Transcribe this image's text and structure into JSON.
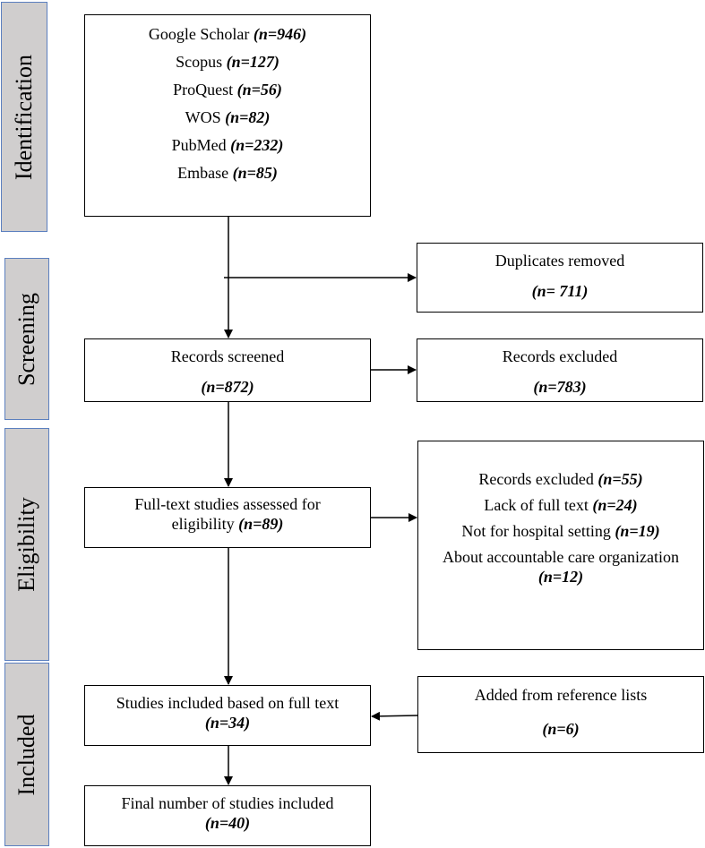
{
  "phases": {
    "identification": "Identification",
    "screening": "Screening",
    "eligibility": "Eligibility",
    "included": "Included"
  },
  "identification": {
    "sources": [
      {
        "name": "Google Scholar",
        "n": "(n=946)"
      },
      {
        "name": "Scopus",
        "n": "(n=127)"
      },
      {
        "name": "ProQuest",
        "n": "(n=56)"
      },
      {
        "name": "WOS",
        "n": "(n=82)"
      },
      {
        "name": "PubMed",
        "n": "(n=232)"
      },
      {
        "name": "Embase",
        "n": "(n=85)"
      }
    ]
  },
  "duplicates": {
    "label": "Duplicates removed",
    "n": "(n= 711)"
  },
  "screened": {
    "label": "Records screened",
    "n": "(n=872)"
  },
  "screen_excluded": {
    "label": "Records excluded",
    "n": "(n=783)"
  },
  "fulltext": {
    "label_line1": "Full-text studies assessed for",
    "label_line2": "eligibility",
    "n": "(n=89)"
  },
  "elig_excluded": {
    "items": [
      {
        "label": "Records excluded",
        "n": "(n=55)"
      },
      {
        "label": "Lack of full text",
        "n": "(n=24)"
      },
      {
        "label": "Not for hospital setting",
        "n": "(n=19)"
      },
      {
        "label": "About accountable care organization",
        "n": "(n=12)"
      }
    ]
  },
  "included_fulltext": {
    "label": "Studies included based on full text",
    "n": "(n=34)"
  },
  "reference_lists": {
    "label": "Added from reference lists",
    "n": "(n=6)"
  },
  "final": {
    "label": "Final number of studies included",
    "n": "(n=40)"
  }
}
